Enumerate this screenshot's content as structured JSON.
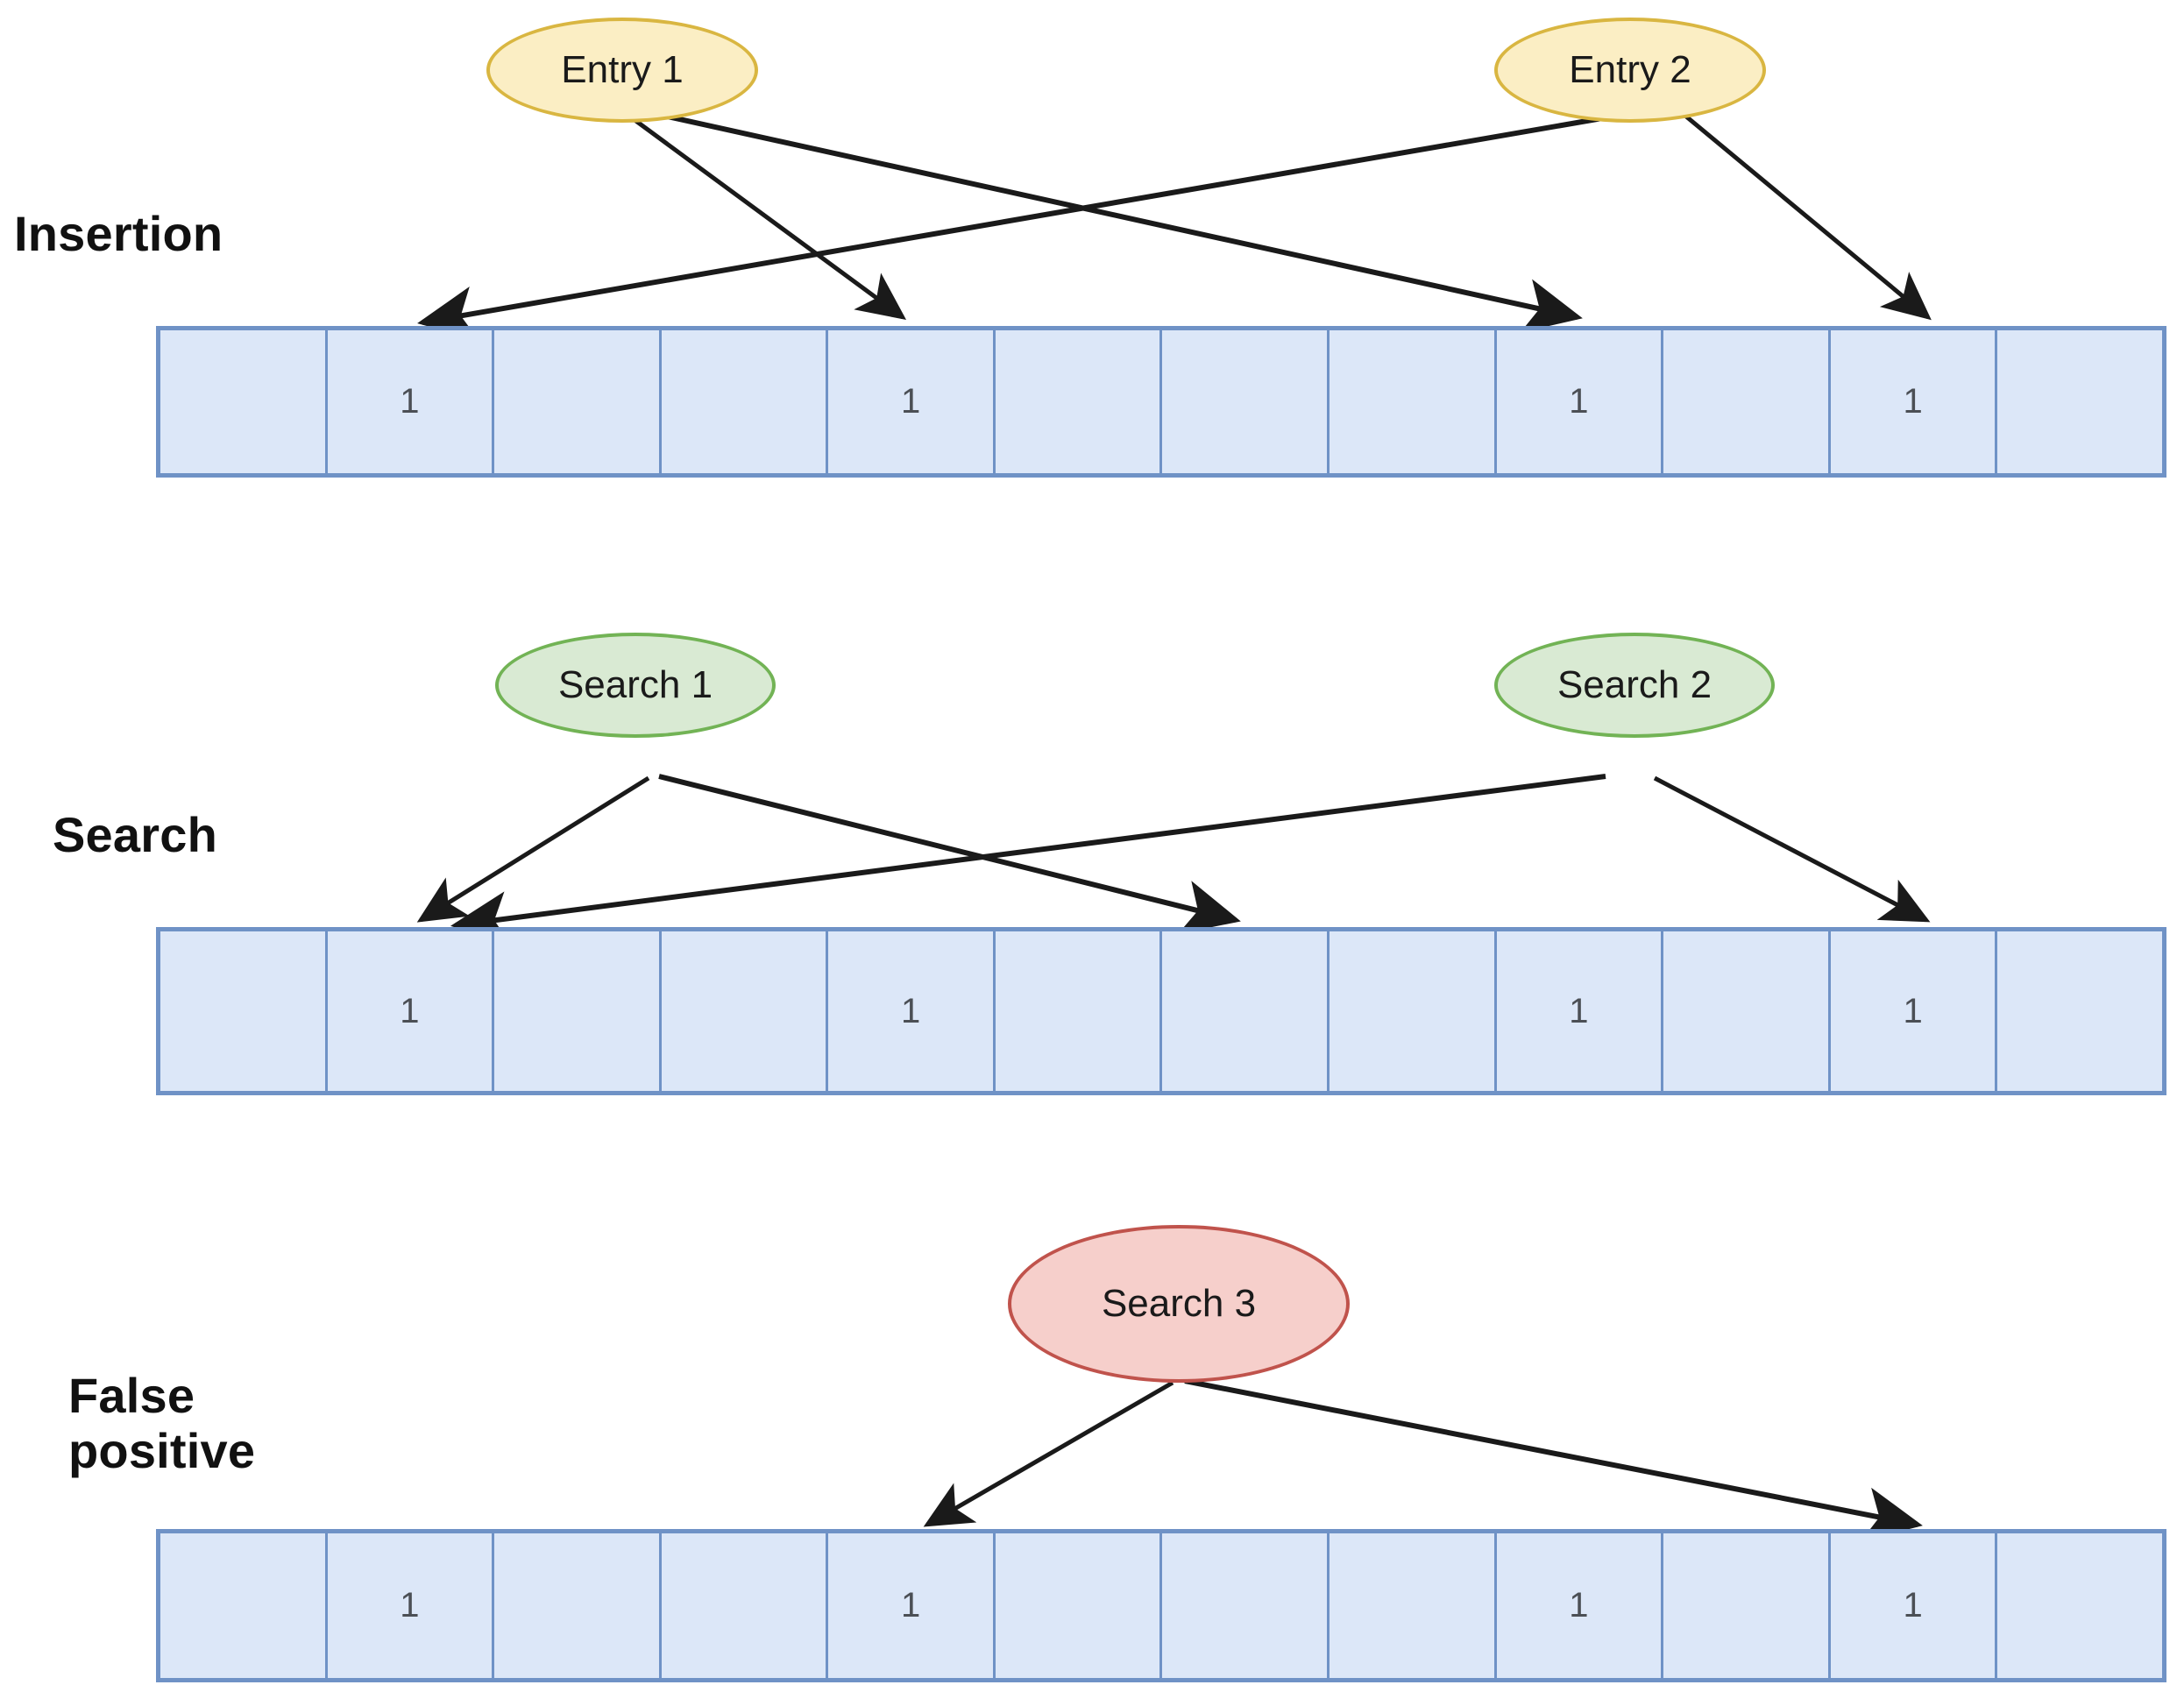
{
  "diagram": {
    "title_implied": "Bloom filter: insertion, search and false positive",
    "bit_value": "1",
    "empty_value": "",
    "array_cell_count": 12,
    "set_bit_indices": [
      1,
      4,
      8,
      10
    ],
    "colors": {
      "array_fill": "#dce7f8",
      "array_border": "#6f92c6",
      "entry_fill": "#fbeec4",
      "entry_border": "#d9b641",
      "search_fill": "#d9ead3",
      "search_border": "#72b355",
      "false_positive_fill": "#f6cfcb",
      "false_positive_border": "#c0534c",
      "arrow": "#1a1a1a",
      "text": "#111111"
    }
  },
  "sections": [
    {
      "id": "insertion",
      "label": "Insertion",
      "nodes": [
        {
          "id": "entry-1",
          "label": "Entry 1",
          "style": "yellow"
        },
        {
          "id": "entry-2",
          "label": "Entry 2",
          "style": "yellow"
        }
      ],
      "array": {
        "cells": [
          {
            "index": 0,
            "value": ""
          },
          {
            "index": 1,
            "value": "1"
          },
          {
            "index": 2,
            "value": ""
          },
          {
            "index": 3,
            "value": ""
          },
          {
            "index": 4,
            "value": "1"
          },
          {
            "index": 5,
            "value": ""
          },
          {
            "index": 6,
            "value": ""
          },
          {
            "index": 7,
            "value": ""
          },
          {
            "index": 8,
            "value": "1"
          },
          {
            "index": 9,
            "value": ""
          },
          {
            "index": 10,
            "value": "1"
          },
          {
            "index": 11,
            "value": ""
          }
        ]
      },
      "arrows": [
        {
          "from": "entry-1",
          "to_cell": 1
        },
        {
          "from": "entry-1",
          "to_cell": 4
        },
        {
          "from": "entry-2",
          "to_cell": 8
        },
        {
          "from": "entry-2",
          "to_cell": 10
        }
      ]
    },
    {
      "id": "search",
      "label": "Search",
      "nodes": [
        {
          "id": "search-1",
          "label": "Search 1",
          "style": "green"
        },
        {
          "id": "search-2",
          "label": "Search 2",
          "style": "green"
        }
      ],
      "array": {
        "cells": [
          {
            "index": 0,
            "value": ""
          },
          {
            "index": 1,
            "value": "1"
          },
          {
            "index": 2,
            "value": ""
          },
          {
            "index": 3,
            "value": ""
          },
          {
            "index": 4,
            "value": "1"
          },
          {
            "index": 5,
            "value": ""
          },
          {
            "index": 6,
            "value": ""
          },
          {
            "index": 7,
            "value": ""
          },
          {
            "index": 8,
            "value": "1"
          },
          {
            "index": 9,
            "value": ""
          },
          {
            "index": 10,
            "value": "1"
          },
          {
            "index": 11,
            "value": ""
          }
        ]
      },
      "arrows": [
        {
          "from": "search-1",
          "to_cell": 1
        },
        {
          "from": "search-1",
          "to_cell": 6
        },
        {
          "from": "search-2",
          "to_cell": 1
        },
        {
          "from": "search-2",
          "to_cell": 10
        }
      ]
    },
    {
      "id": "false-positive",
      "label": "False\npositive",
      "nodes": [
        {
          "id": "search-3",
          "label": "Search 3",
          "style": "pink"
        }
      ],
      "array": {
        "cells": [
          {
            "index": 0,
            "value": ""
          },
          {
            "index": 1,
            "value": "1"
          },
          {
            "index": 2,
            "value": ""
          },
          {
            "index": 3,
            "value": ""
          },
          {
            "index": 4,
            "value": "1"
          },
          {
            "index": 5,
            "value": ""
          },
          {
            "index": 6,
            "value": ""
          },
          {
            "index": 7,
            "value": ""
          },
          {
            "index": 8,
            "value": "1"
          },
          {
            "index": 9,
            "value": ""
          },
          {
            "index": 10,
            "value": "1"
          },
          {
            "index": 11,
            "value": ""
          }
        ]
      },
      "arrows": [
        {
          "from": "search-3",
          "to_cell": 4
        },
        {
          "from": "search-3",
          "to_cell": 10
        }
      ]
    }
  ]
}
